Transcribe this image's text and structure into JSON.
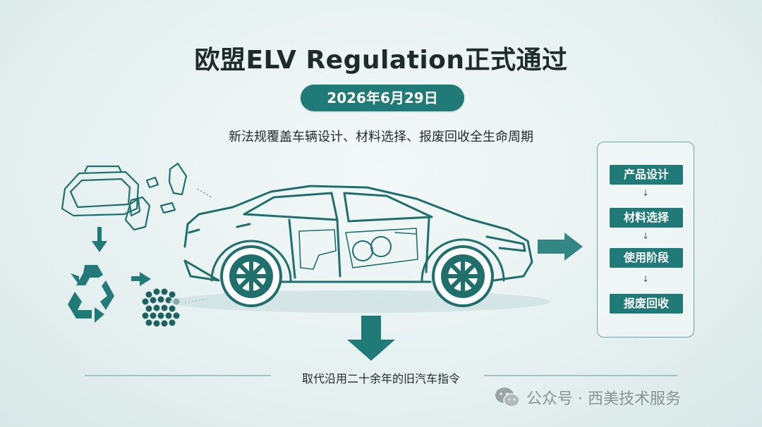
{
  "title": "欧盟ELV Regulation正式通过",
  "date": "2026年6月29日",
  "subtitle": "新法规覆盖车辆设计、材料选择、报废回收全生命周期",
  "lifecycle_stages": [
    {
      "label": "产品设计"
    },
    {
      "label": "材料选择"
    },
    {
      "label": "使用阶段"
    },
    {
      "label": "报废回收"
    }
  ],
  "stage_arrow_glyph": "↓",
  "footer_text": "取代沿用二十余年的旧汽车指令",
  "brand": {
    "name": "公众号 · 西美技术服务",
    "icon": "wechat-icon"
  },
  "icons": {
    "recycle": "recycle-icon",
    "granules": "granules-icon",
    "parts": "car-parts-icon",
    "car": "car-illustration",
    "down_arrow": "down-arrow-icon",
    "right_arrow": "right-arrow-icon"
  },
  "colors": {
    "teal": "#1f7a78",
    "dark_teal": "#1d5f5d",
    "background": "#e8f1f1",
    "text": "#1f2a2a"
  }
}
